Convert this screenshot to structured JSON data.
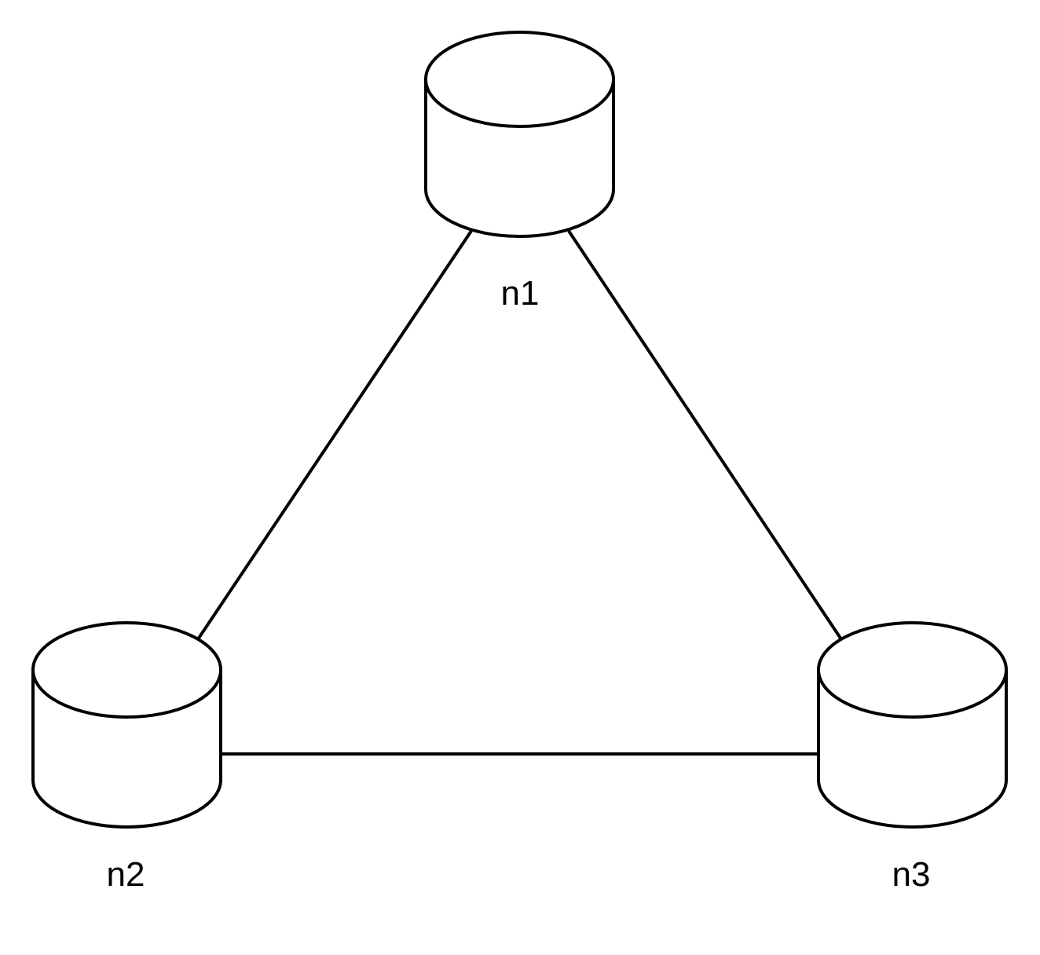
{
  "diagram": {
    "type": "network-topology",
    "stroke_color": "#000000",
    "background": "#ffffff",
    "nodes": [
      {
        "id": "n1",
        "label": "n1",
        "shape": "database-cylinder"
      },
      {
        "id": "n2",
        "label": "n2",
        "shape": "database-cylinder"
      },
      {
        "id": "n3",
        "label": "n3",
        "shape": "database-cylinder"
      }
    ],
    "edges": [
      {
        "from": "n1",
        "to": "n2"
      },
      {
        "from": "n1",
        "to": "n3"
      },
      {
        "from": "n2",
        "to": "n3"
      }
    ]
  }
}
